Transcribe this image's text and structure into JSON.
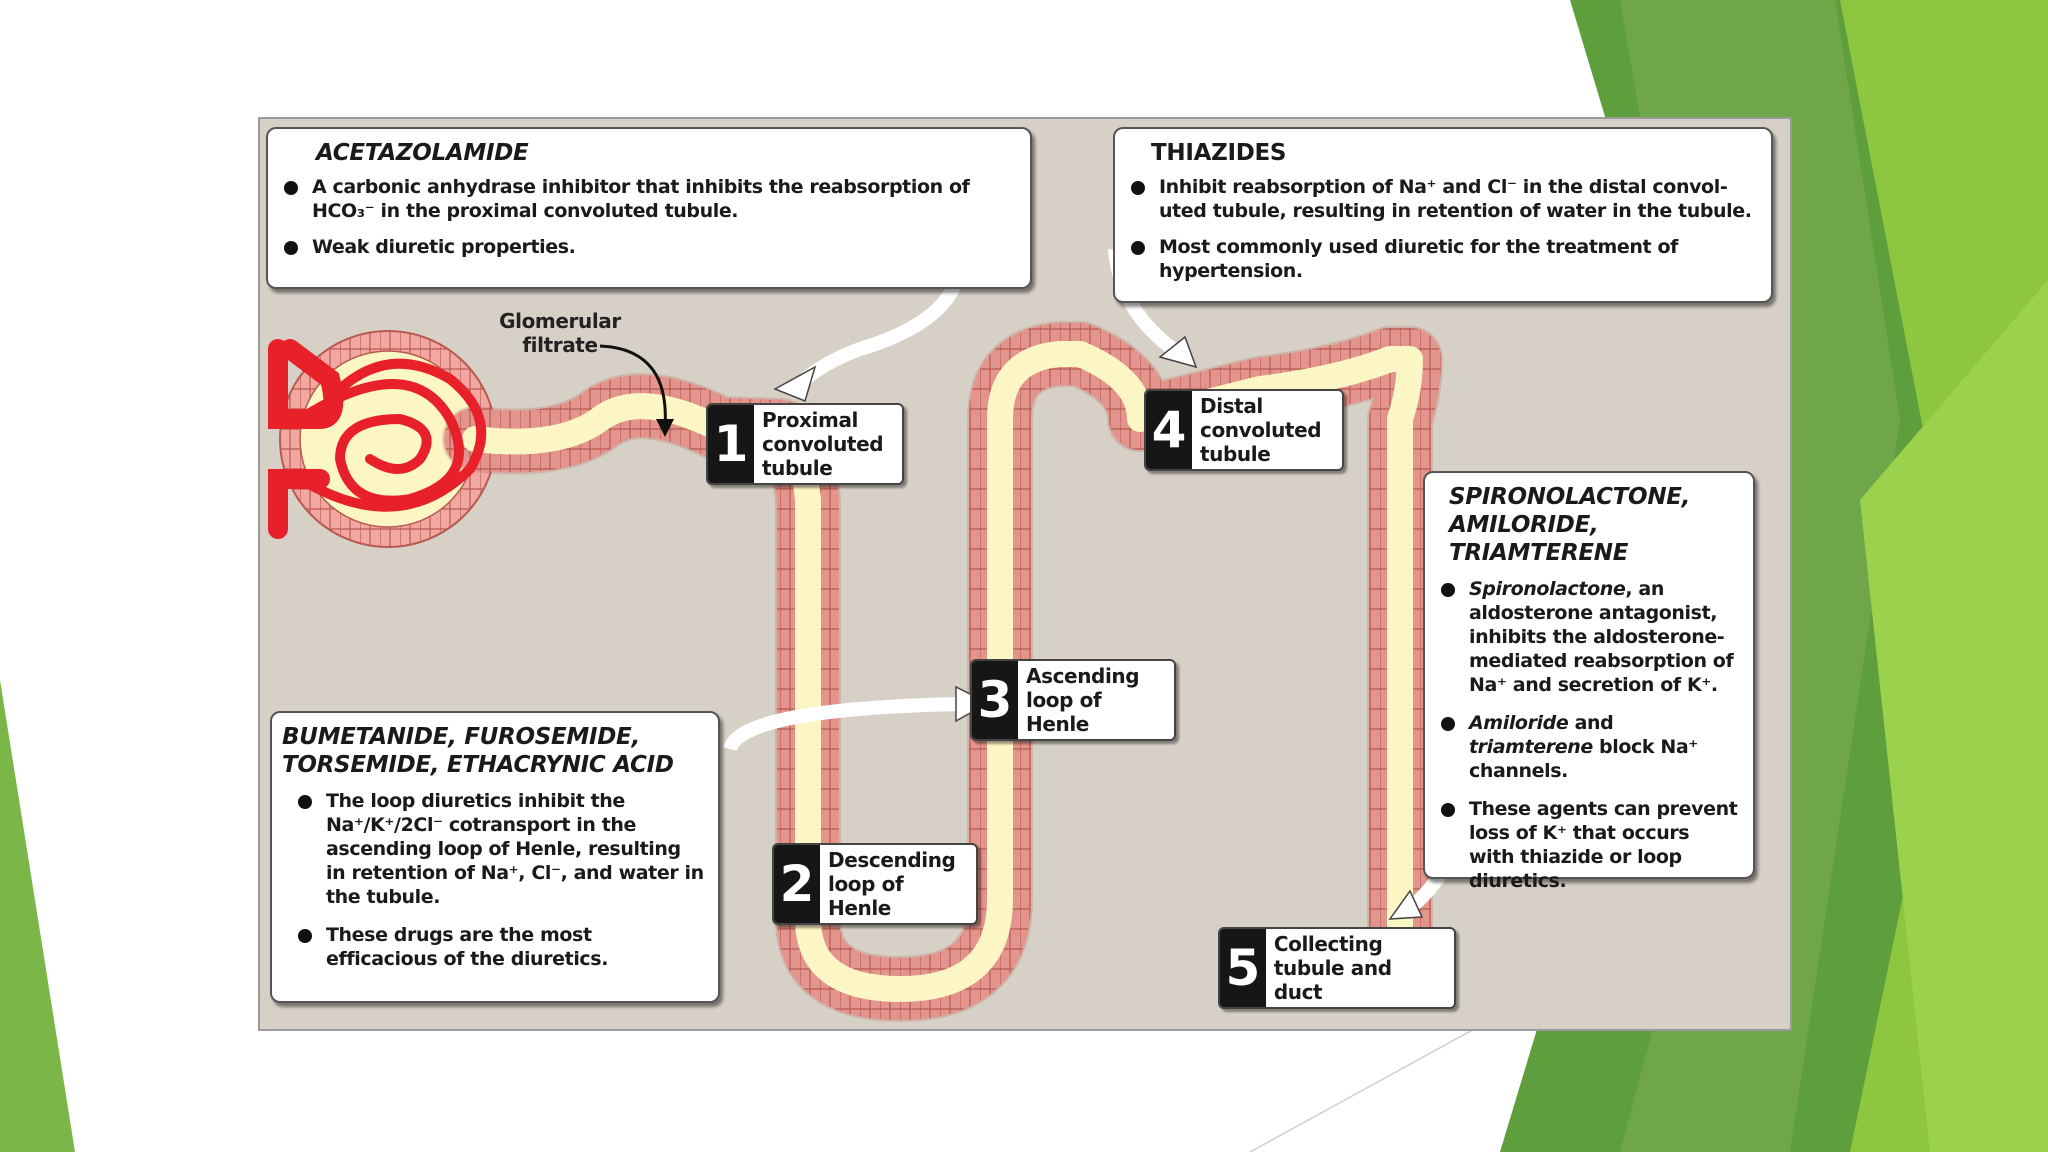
{
  "colors": {
    "background": "#d7d0c7",
    "tubule_wall": "#f2a7a1",
    "lumen": "#fbf6c4",
    "vessel": "#e8202a",
    "slide_green": "#7ab648"
  },
  "acetazolamide": {
    "title": "ACETAZOLAMIDE",
    "bullets": [
      "A carbonic anhydrase inhibitor that inhibits the reabsorption of HCO₃⁻ in the proximal convoluted tubule.",
      "Weak diuretic properties."
    ]
  },
  "thiazides": {
    "title": "THIAZIDES",
    "bullets": [
      "Inhibit reabsorption of Na⁺ and Cl⁻ in the distal convol-uted tubule, resulting in retention of water in the tubule.",
      "Most commonly used diuretic for the treatment of hypertension."
    ]
  },
  "potassium_sparing": {
    "title": "SPIRONOLACTONE,\nAMILORIDE,\nTRIAMTERENE",
    "bullet1_italic": "Spironolactone",
    "bullet1_rest": ", an aldosterone antagonist, inhibits the aldosterone-mediated reabsorption of Na⁺ and secretion of K⁺.",
    "bullet2_italic_a": "Amiloride",
    "bullet2_mid": " and ",
    "bullet2_italic_b": "triamterene",
    "bullet2_rest": " block Na⁺ channels.",
    "bullet3": "These agents can prevent loss of K⁺ that occurs with thiazide or loop diuretics."
  },
  "loop": {
    "title": "BUMETANIDE, FUROSEMIDE,\nTORSEMIDE, ETHACRYNIC ACID",
    "bullets": [
      "The loop diuretics inhibit the Na⁺/K⁺/2Cl⁻  cotransport in the ascending loop of Henle, resulting in retention of Na⁺, Cl⁻, and water in the tubule.",
      "These drugs are the most efficacious of the diuretics."
    ]
  },
  "glomerular_label": "Glomerular\nfiltrate",
  "segments": [
    {
      "number": "1",
      "text": "Proximal\nconvoluted\ntubule"
    },
    {
      "number": "2",
      "text": "Descending\nloop of\nHenle"
    },
    {
      "number": "3",
      "text": "Ascending\nloop of\nHenle"
    },
    {
      "number": "4",
      "text": "Distal\nconvoluted\ntubule"
    },
    {
      "number": "5",
      "text": "Collecting\ntubule and duct"
    }
  ]
}
